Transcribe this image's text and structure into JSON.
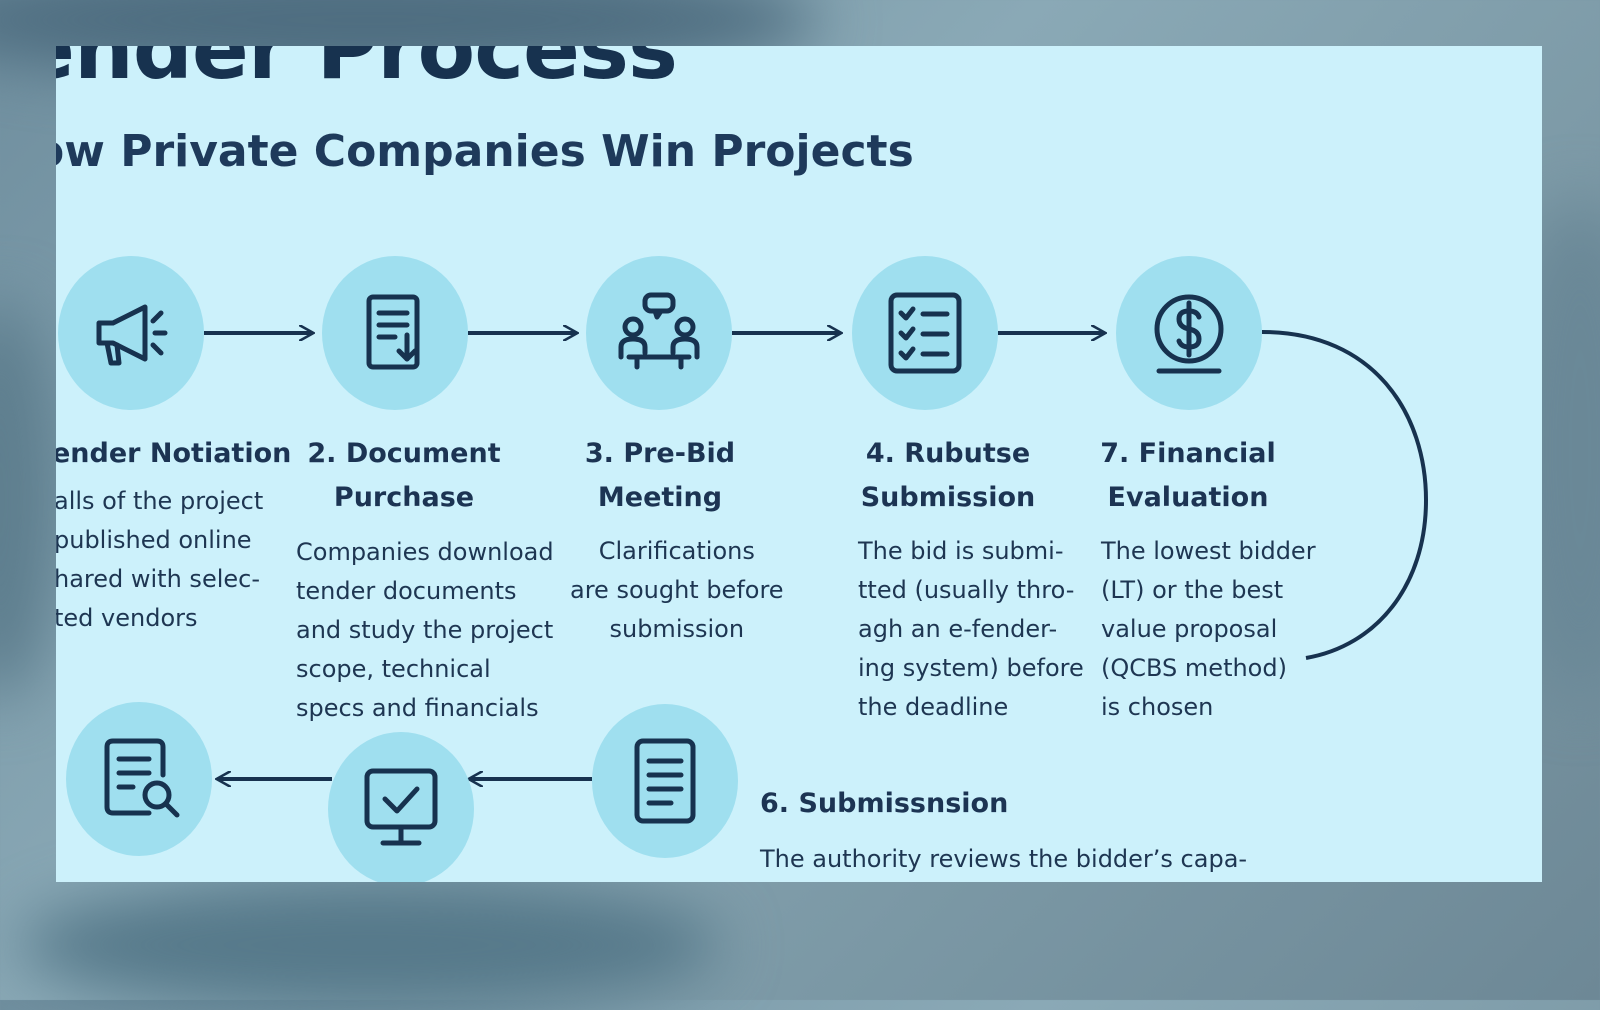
{
  "title": "ender Process",
  "subtitle": "ow Private Companies Win Projects",
  "colors": {
    "panel_background": "#ccf1fb",
    "circle_fill": "#9fdfef",
    "ink": "#17324f",
    "backdrop": "#7b98a5"
  },
  "steps": [
    {
      "icon": "megaphone-icon",
      "title": "ender Notiation",
      "description": "alls of the project\n published online\nhared with selec-\n ted vendors"
    },
    {
      "icon": "document-download-icon",
      "title": "2. Document\nPurchase",
      "description": "Companies download\n tender documents\n and study the project\n scope, technical\n specs and financials"
    },
    {
      "icon": "meeting-icon",
      "title": "3. Pre-Bid\nMeeting",
      "description": "Clarifications\nare sought before\nsubmission"
    },
    {
      "icon": "checklist-icon",
      "title": "4. Rubutse\nSubmission",
      "description": "The bid is submi-\ntted (usually thro-\nagh an e-fender-\ning system) before\n the deadline"
    },
    {
      "icon": "dollar-coin-icon",
      "title": "7. Financial\nEvaluation",
      "description": "The lowest bidder\n(LT) or the best\nvalue proposal\n(QCBS method)\nis chosen"
    },
    {
      "icon": "document-text-icon",
      "title": "6. Submissnsion",
      "description": "The authority reviews the bidder’s capa-"
    },
    {
      "icon": "monitor-check-icon"
    },
    {
      "icon": "document-search-icon"
    }
  ]
}
